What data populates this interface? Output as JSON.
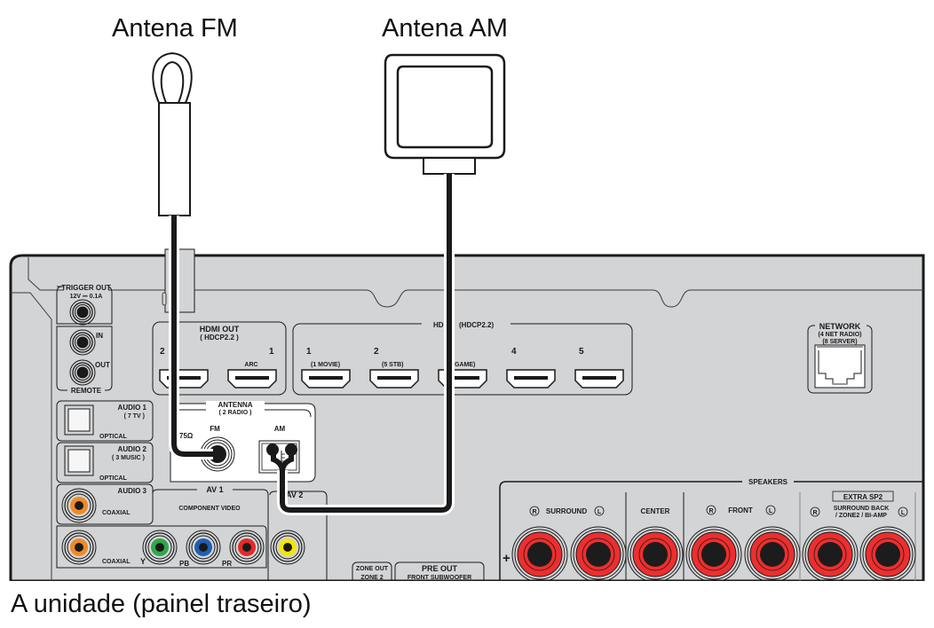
{
  "labels": {
    "fm_antenna": "Antena FM",
    "am_antenna": "Antena AM",
    "unit_caption": "A unidade (painel traseiro)"
  },
  "panel": {
    "trigger_out": {
      "title": "TRIGGER OUT",
      "spec": "12V ⎓ 0.1A"
    },
    "remote": {
      "title": "REMOTE",
      "in": "IN",
      "out": "OUT"
    },
    "hdmi_out": {
      "title": "HDMI OUT",
      "sub": "( HDCP2.2 )",
      "port2": "2",
      "port1": "1",
      "arc": "ARC"
    },
    "hdmi_in": {
      "title_left": "HD",
      "title_right": "(HDCP2.2)",
      "ports": [
        {
          "num": "1",
          "label": "(1 MOVIE)"
        },
        {
          "num": "2",
          "label": "(5 STB)"
        },
        {
          "num": "",
          "label": "GAME)"
        },
        {
          "num": "4",
          "label": ""
        },
        {
          "num": "5",
          "label": ""
        }
      ]
    },
    "network": {
      "title": "NETWORK",
      "line1": "(4 NET RADIO)",
      "line2": "(8 SERVER)"
    },
    "antenna": {
      "title": "ANTENNA",
      "sub": "( 2 RADIO )",
      "ohm": "75Ω",
      "fm": "FM",
      "am": "AM"
    },
    "audio1": {
      "title": "AUDIO 1",
      "sub": "( 7 TV )",
      "type": "OPTICAL"
    },
    "audio2": {
      "title": "AUDIO 2",
      "sub": "( 3 MUSIC )",
      "type": "OPTICAL"
    },
    "audio3": {
      "title": "AUDIO 3",
      "type": "COAXIAL"
    },
    "av1": {
      "title": "AV 1",
      "component": "COMPONENT VIDEO",
      "coaxial": "COAXIAL",
      "y": "Y",
      "pb": "PB",
      "pr": "PR"
    },
    "av2": {
      "title": "AV 2"
    },
    "zone_out": {
      "title": "ZONE OUT",
      "sub": "ZONE 2"
    },
    "pre_out": {
      "title": "PRE OUT",
      "sub": "FRONT   SUBWOOFER"
    },
    "speakers": {
      "title": "SPEAKERS",
      "plus": "+",
      "r": "R",
      "l": "L",
      "surround": "SURROUND",
      "center": "CENTER",
      "front": "FRONT",
      "extra": "EXTRA SP2",
      "sb_line1": "SURROUND BACK",
      "sb_line2": "/ ZONE2 / BI-AMP"
    }
  },
  "colors": {
    "panel": "#d3d4d6",
    "line": "#1a1a1a",
    "rca_orange": "#f08a24",
    "rca_green": "#2fa84a",
    "rca_blue": "#1f5fb4",
    "rca_red": "#e52a2a",
    "rca_yellow": "#f2e600",
    "speaker_red": "#ee2e2e"
  }
}
